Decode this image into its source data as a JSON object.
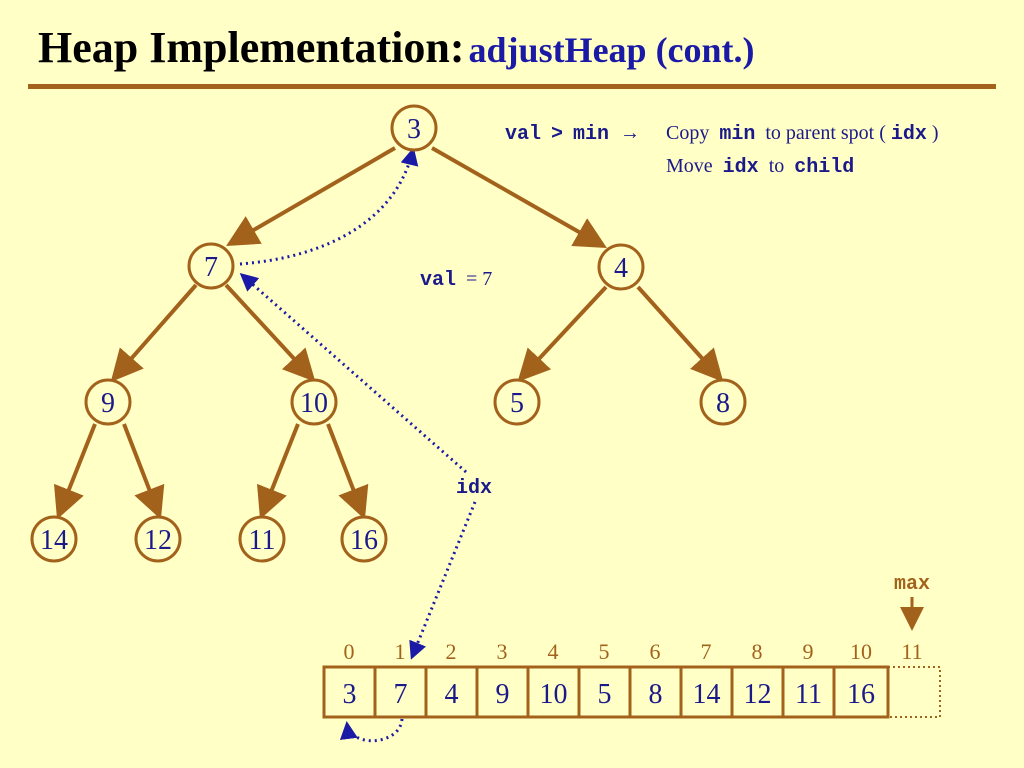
{
  "title": {
    "main": "Heap Implementation:",
    "sub": "adjustHeap (cont.)"
  },
  "annotation": {
    "condition_val": "val",
    "condition_op": ">",
    "condition_min": "min",
    "arrow": "→",
    "line1_copy": "Copy",
    "line1_min": "min",
    "line1_rest": "to parent spot (",
    "line1_idx": "idx",
    "line1_close": ")",
    "line2_move": "Move",
    "line2_idx": "idx",
    "line2_to": "to",
    "line2_child": "child"
  },
  "val_label": {
    "name": "val",
    "equals": "= 7"
  },
  "idx_label": "idx",
  "max_label": "max",
  "tree": {
    "nodes": [
      "3",
      "7",
      "4",
      "9",
      "10",
      "5",
      "8",
      "14",
      "12",
      "11",
      "16"
    ]
  },
  "array": {
    "indices": [
      "0",
      "1",
      "2",
      "3",
      "4",
      "5",
      "6",
      "7",
      "8",
      "9",
      "10",
      "11"
    ],
    "values": [
      "3",
      "7",
      "4",
      "9",
      "10",
      "5",
      "8",
      "14",
      "12",
      "11",
      "16"
    ]
  },
  "colors": {
    "background": "#FFFFC6",
    "brown": "#A3621C",
    "blue": "#1A1AA6"
  }
}
